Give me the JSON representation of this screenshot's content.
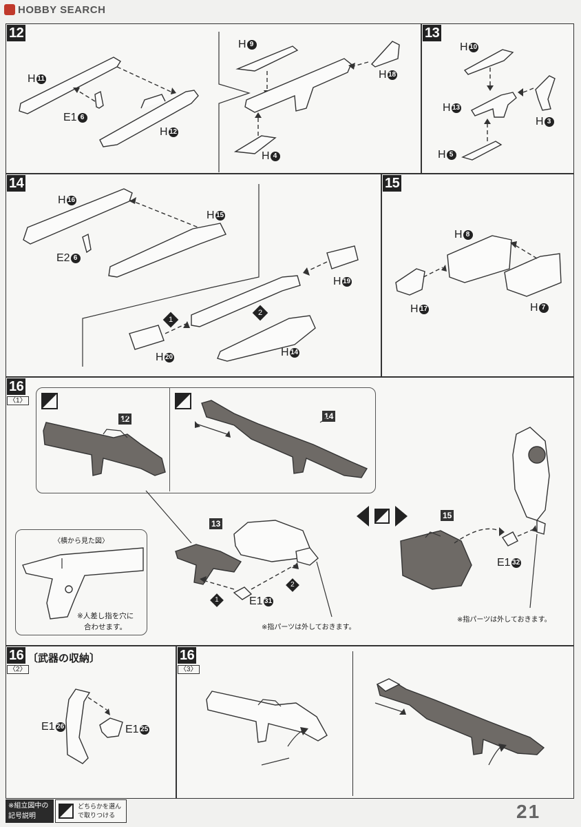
{
  "header": {
    "logo_text": "HOBBY SEARCH"
  },
  "steps": {
    "s12": {
      "number": "12",
      "labels": {
        "h11": "H",
        "h11n": "11",
        "e1_6": "E1",
        "e1_6n": "6",
        "h12": "H",
        "h12n": "12",
        "h9": "H",
        "h9n": "9",
        "h18": "H",
        "h18n": "18",
        "h4": "H",
        "h4n": "4"
      }
    },
    "s13": {
      "number": "13",
      "labels": {
        "h10": "H",
        "h10n": "10",
        "h13": "H",
        "h13n": "13",
        "h3": "H",
        "h3n": "3",
        "h5": "H",
        "h5n": "5"
      }
    },
    "s14": {
      "number": "14",
      "labels": {
        "h16": "H",
        "h16n": "16",
        "h15": "H",
        "h15n": "15",
        "e2_6": "E2",
        "e2_6n": "6",
        "h19": "H",
        "h19n": "19",
        "h20": "H",
        "h20n": "20",
        "h14": "H",
        "h14n": "14",
        "seq1": "1",
        "seq2": "2"
      }
    },
    "s15": {
      "number": "15",
      "labels": {
        "h8": "H",
        "h8n": "8",
        "h17": "H",
        "h17n": "17",
        "h7": "H",
        "h7n": "7"
      }
    },
    "s16_1": {
      "number": "16",
      "sub": "〈1〉",
      "refs": {
        "r12": "12",
        "r14": "14",
        "r13": "13",
        "r15": "15"
      },
      "side_view_title": "〈横から見た図〉",
      "side_view_note_line1": "※人差し指を穴に",
      "side_view_note_line2": "合わせます。",
      "finger_note_left": "※指パーツは外しておきます。",
      "finger_note_right": "※指パーツは外しておきます。",
      "labels": {
        "e1_31": "E1",
        "e1_31n": "31",
        "e1_32": "E1",
        "e1_32n": "32",
        "seq1": "1",
        "seq2": "2"
      }
    },
    "s16_2": {
      "number": "16",
      "sub": "〈2〉",
      "title": "〔武器の収納〕",
      "labels": {
        "e1_26": "E1",
        "e1_26n": "26",
        "e1_25": "E1",
        "e1_25n": "25"
      }
    },
    "s16_3": {
      "number": "16",
      "sub": "〈3〉"
    }
  },
  "footer": {
    "legend_title_line1": "※組立図中の",
    "legend_title_line2": "記号説明",
    "legend_desc_line1": "どちらかを選ん",
    "legend_desc_line2": "で取りつける",
    "page_number": "21"
  }
}
